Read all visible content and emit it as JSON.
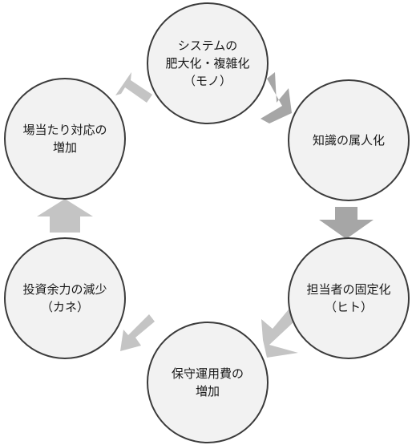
{
  "colors": {
    "node_fill": "#f2f2f2",
    "node_stroke": "#3b3b3b",
    "arrow_light": "#c4c4c4",
    "arrow_dark": "#a6a6a6",
    "text": "#1a1a1a"
  },
  "cycle": {
    "nodes": [
      {
        "id": "system-complexity",
        "lines": [
          "システムの",
          "肥大化・複雑化",
          "（モノ）"
        ]
      },
      {
        "id": "knowledge-personalization",
        "lines": [
          "知識の属人化"
        ]
      },
      {
        "id": "personnel-fixation",
        "lines": [
          "担当者の固定化",
          "（ヒト）"
        ]
      },
      {
        "id": "maintenance-cost",
        "lines": [
          "保守運用費の",
          "増加"
        ]
      },
      {
        "id": "investment-decline",
        "lines": [
          "投資余力の減少",
          "（カネ）"
        ]
      },
      {
        "id": "adhoc-increase",
        "lines": [
          "場当たり対応の",
          "増加"
        ]
      }
    ]
  }
}
